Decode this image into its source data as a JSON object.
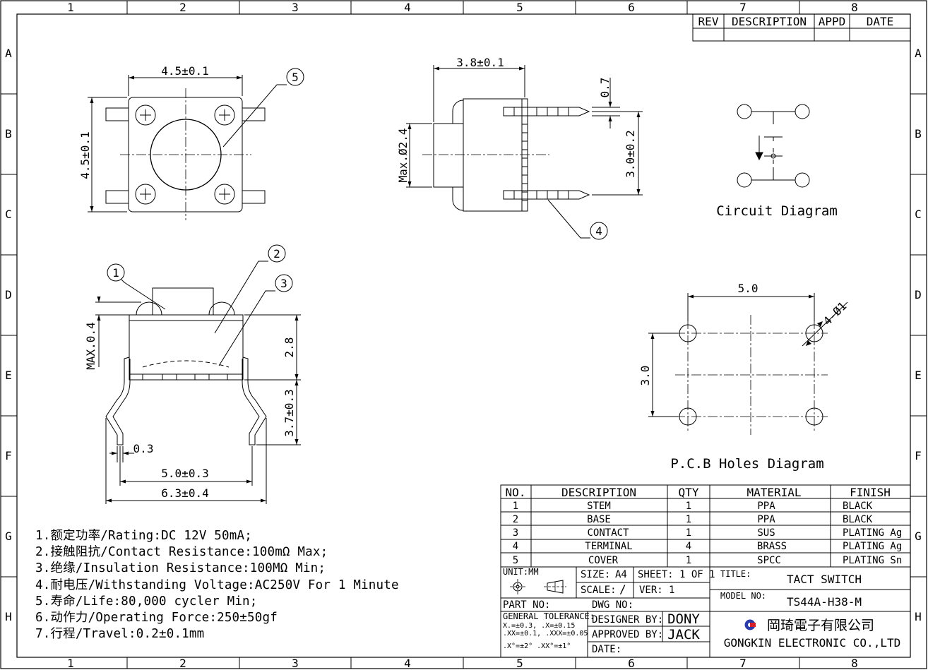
{
  "frame": {
    "columns": [
      "1",
      "2",
      "3",
      "4",
      "5",
      "6",
      "7",
      "8"
    ],
    "rows": [
      "A",
      "B",
      "C",
      "D",
      "E",
      "F",
      "G",
      "H"
    ]
  },
  "revision_block": {
    "headers": [
      "REV",
      "DESCRIPTION",
      "APPD",
      "DATE"
    ]
  },
  "dimensions": {
    "top_width": "4.5±0.1",
    "top_height": "4.5±0.1",
    "side_top_width": "3.8±0.1",
    "pin_width": "0.7",
    "pin_spacing": "3.0±0.2",
    "max_dia": "Max.Ø2.4",
    "max_04": "MAX.0.4",
    "h_28": "2.8",
    "h_37": "3.7±0.3",
    "w_03": "0.3",
    "w_50": "5.0±0.3",
    "w_63": "6.3±0.4",
    "pcb_w": "5.0",
    "pcb_h": "3.0",
    "pcb_hole": "4-Ø1"
  },
  "callouts": [
    "1",
    "2",
    "3",
    "4",
    "5"
  ],
  "labels": {
    "circuit": "Circuit Diagram",
    "pcb": "P.C.B Holes Diagram"
  },
  "notes": [
    "1.额定功率/Rating:DC 12V 50mA;",
    "2.接触阻抗/Contact Resistance:100mΩ Max;",
    "3.绝缘/Insulation Resistance:100MΩ Min;",
    "4.耐电压/Withstanding Voltage:AC250V For 1 Minute",
    "5.寿命/Life:80,000 cycler Min;",
    "6.动作力/Operating Force:250±50gf",
    "7.行程/Travel:0.2±0.1mm"
  ],
  "bom": {
    "headers": [
      "NO.",
      "DESCRIPTION",
      "QTY",
      "MATERIAL",
      "FINISH"
    ],
    "rows": [
      [
        "1",
        "STEM",
        "1",
        "PPA",
        "BLACK"
      ],
      [
        "2",
        "BASE",
        "1",
        "PPA",
        "BLACK"
      ],
      [
        "3",
        "CONTACT",
        "1",
        "SUS",
        "PLATING Ag"
      ],
      [
        "4",
        "TERMINAL",
        "4",
        "BRASS",
        "PLATING Ag"
      ],
      [
        "5",
        "COVER",
        "1",
        "SPCC",
        "PLATING Sn"
      ]
    ]
  },
  "title_block": {
    "unit": "UNIT:MM",
    "size_label": "SIZE:",
    "size": "A4",
    "sheet": "SHEET: 1 OF 1",
    "scale_label": "SCALE:",
    "scale": "/",
    "ver_label": "VER:",
    "ver": "1",
    "title_label": "TITLE:",
    "title": "TACT SWITCH",
    "model_label": "MODEL NO:",
    "model": "TS44A-H38-M",
    "part_label": "PART NO:",
    "dwg_label": "DWG NO:",
    "tol_title": "GENERAL TOLERANCE:",
    "tol_line1": "X.=±0.3,      .X=±0.15",
    "tol_line2": ".XX=±0.1, .XXX=±0.05",
    "tol_line3": ".X°=±2° .XX°=±1°",
    "designer_label": "DESIGNER BY:",
    "designer": "DONY",
    "approved_label": "APPROVED BY:",
    "approved": "JACK",
    "date_label": "DATE:",
    "company_cn": "岡琦電子有限公司",
    "company_en": "GONGKIN ELECTRONIC CO.,LTD"
  }
}
